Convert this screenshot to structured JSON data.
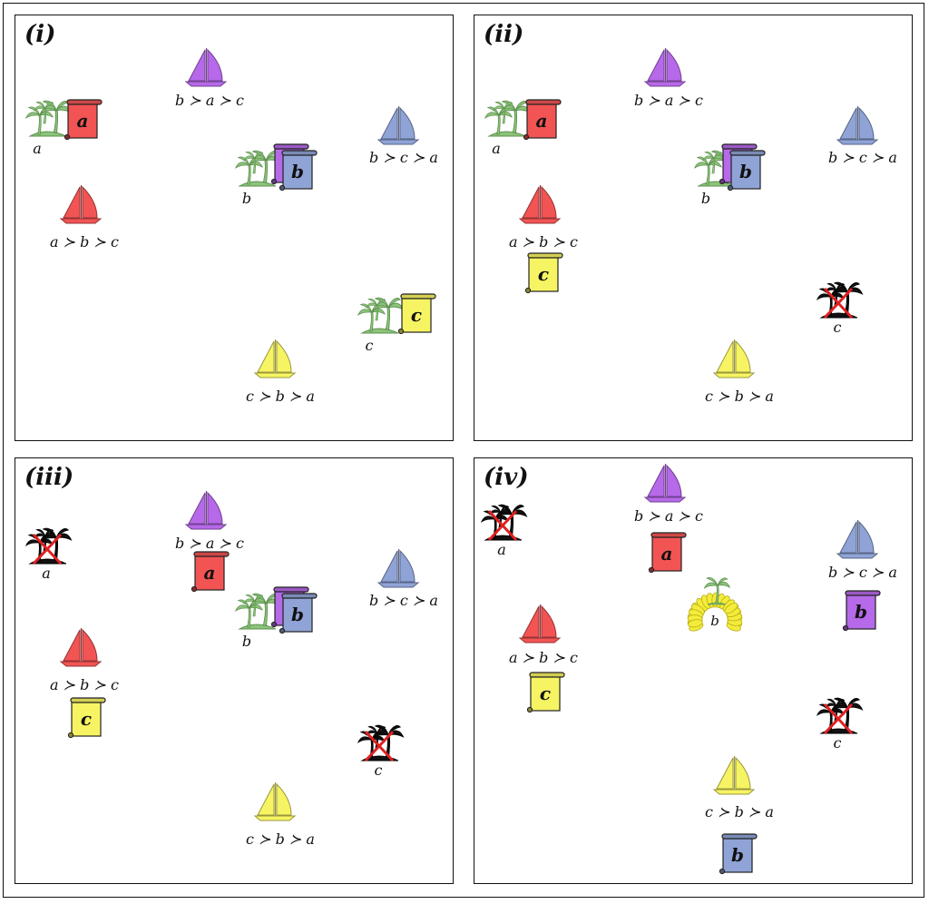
{
  "colors": {
    "red": "#f25454",
    "purple": "#b669e8",
    "blue": "#8fa3d6",
    "yellow": "#f7f463",
    "island_green": "#8bc47a",
    "laurel": "#f4ec3a"
  },
  "panels": [
    {
      "label": "(i)",
      "ships": [
        {
          "color": "purple",
          "pref": "b ≻ a ≻ c"
        },
        {
          "color": "blue",
          "pref": "b ≻ c ≻ a"
        },
        {
          "color": "red",
          "pref": "a ≻ b ≻ c"
        },
        {
          "color": "yellow",
          "pref": "c ≻ b ≻ a"
        }
      ],
      "islands": [
        {
          "name": "a",
          "state": "active"
        },
        {
          "name": "b",
          "state": "active"
        },
        {
          "name": "c",
          "state": "active"
        }
      ],
      "scrolls": [
        {
          "color": "red",
          "letter": "a"
        },
        {
          "color": "purple",
          "letter": ""
        },
        {
          "color": "blue",
          "letter": "b"
        },
        {
          "color": "yellow",
          "letter": "c"
        }
      ]
    },
    {
      "label": "(ii)",
      "ships": [
        {
          "color": "purple",
          "pref": "b ≻ a ≻ c"
        },
        {
          "color": "blue",
          "pref": "b ≻ c ≻ a"
        },
        {
          "color": "red",
          "pref": "a ≻ b ≻ c"
        },
        {
          "color": "yellow",
          "pref": "c ≻ b ≻ a"
        }
      ],
      "islands": [
        {
          "name": "a",
          "state": "active"
        },
        {
          "name": "b",
          "state": "active"
        },
        {
          "name": "c",
          "state": "eliminated"
        }
      ],
      "scrolls": [
        {
          "color": "red",
          "letter": "a"
        },
        {
          "color": "purple",
          "letter": ""
        },
        {
          "color": "blue",
          "letter": "b"
        },
        {
          "color": "yellow",
          "letter": "c"
        }
      ]
    },
    {
      "label": "(iii)",
      "ships": [
        {
          "color": "purple",
          "pref": "b ≻ a ≻ c"
        },
        {
          "color": "blue",
          "pref": "b ≻ c ≻ a"
        },
        {
          "color": "red",
          "pref": "a ≻ b ≻ c"
        },
        {
          "color": "yellow",
          "pref": "c ≻ b ≻ a"
        }
      ],
      "islands": [
        {
          "name": "a",
          "state": "eliminated"
        },
        {
          "name": "b",
          "state": "active"
        },
        {
          "name": "c",
          "state": "eliminated"
        }
      ],
      "scrolls": [
        {
          "color": "red",
          "letter": "a"
        },
        {
          "color": "purple",
          "letter": ""
        },
        {
          "color": "blue",
          "letter": "b"
        },
        {
          "color": "yellow",
          "letter": "c"
        }
      ]
    },
    {
      "label": "(iv)",
      "ships": [
        {
          "color": "purple",
          "pref": "b ≻ a ≻ c"
        },
        {
          "color": "blue",
          "pref": "b ≻ c ≻ a"
        },
        {
          "color": "red",
          "pref": "a ≻ b ≻ c"
        },
        {
          "color": "yellow",
          "pref": "c ≻ b ≻ a"
        }
      ],
      "islands": [
        {
          "name": "a",
          "state": "eliminated"
        },
        {
          "name": "b",
          "state": "winner"
        },
        {
          "name": "c",
          "state": "eliminated"
        }
      ],
      "scrolls": [
        {
          "color": "red",
          "letter": "a"
        },
        {
          "color": "purple",
          "letter": "b"
        },
        {
          "color": "yellow",
          "letter": "c"
        },
        {
          "color": "blue",
          "letter": "b"
        }
      ]
    }
  ]
}
